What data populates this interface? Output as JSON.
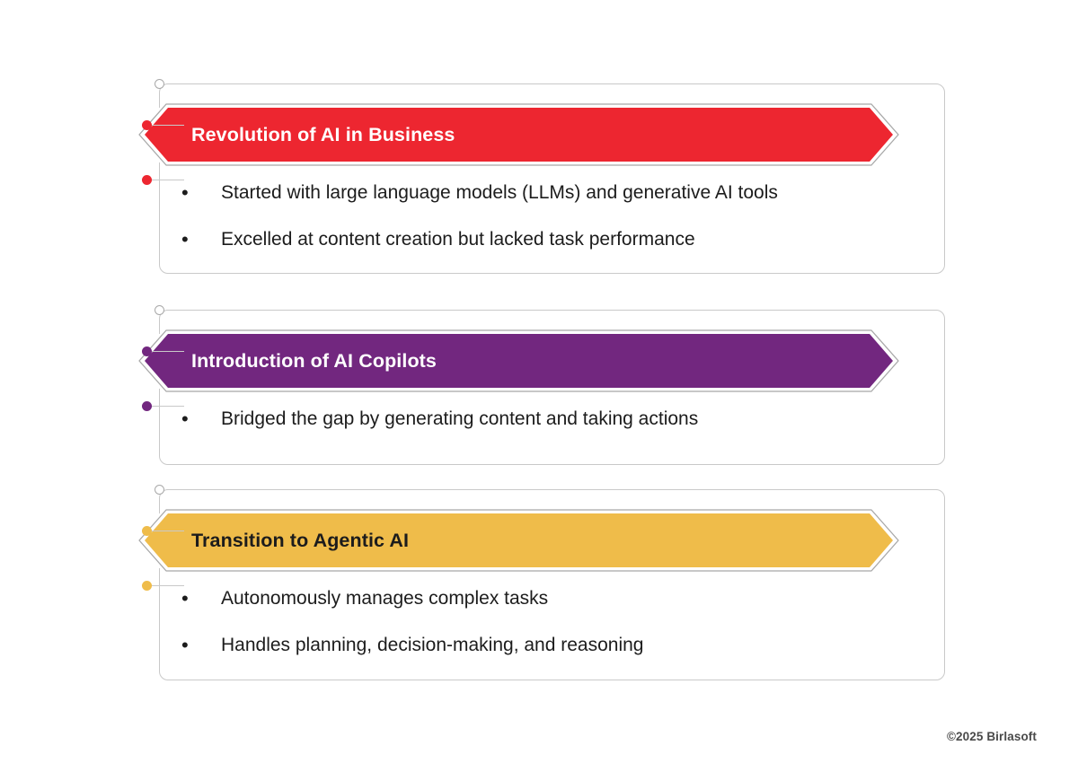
{
  "slide": {
    "background_color": "#ffffff",
    "footer": "©2025 Birlasoft"
  },
  "sections": [
    {
      "id": "section-0",
      "title": "Revolution of AI in Business",
      "accent_color": "#ED2630",
      "title_color": "#ffffff",
      "bullet_marker": "•",
      "bullets": [
        "Started with large language models (LLMs) and generative AI tools",
        "Excelled at content creation but lacked task performance"
      ]
    },
    {
      "id": "section-1",
      "title": "Introduction of AI Copilots",
      "accent_color": "#72277F",
      "title_color": "#ffffff",
      "bullet_marker": "•",
      "bullets": [
        "Bridged the gap by generating content and taking actions"
      ]
    },
    {
      "id": "section-2",
      "title": "Transition to Agentic AI",
      "accent_color": "#EFBC4A",
      "title_color": "#1c1c1c",
      "bullet_marker": "•",
      "bullets": [
        "Autonomously manages complex tasks",
        "Handles planning, decision-making, and reasoning"
      ]
    }
  ]
}
